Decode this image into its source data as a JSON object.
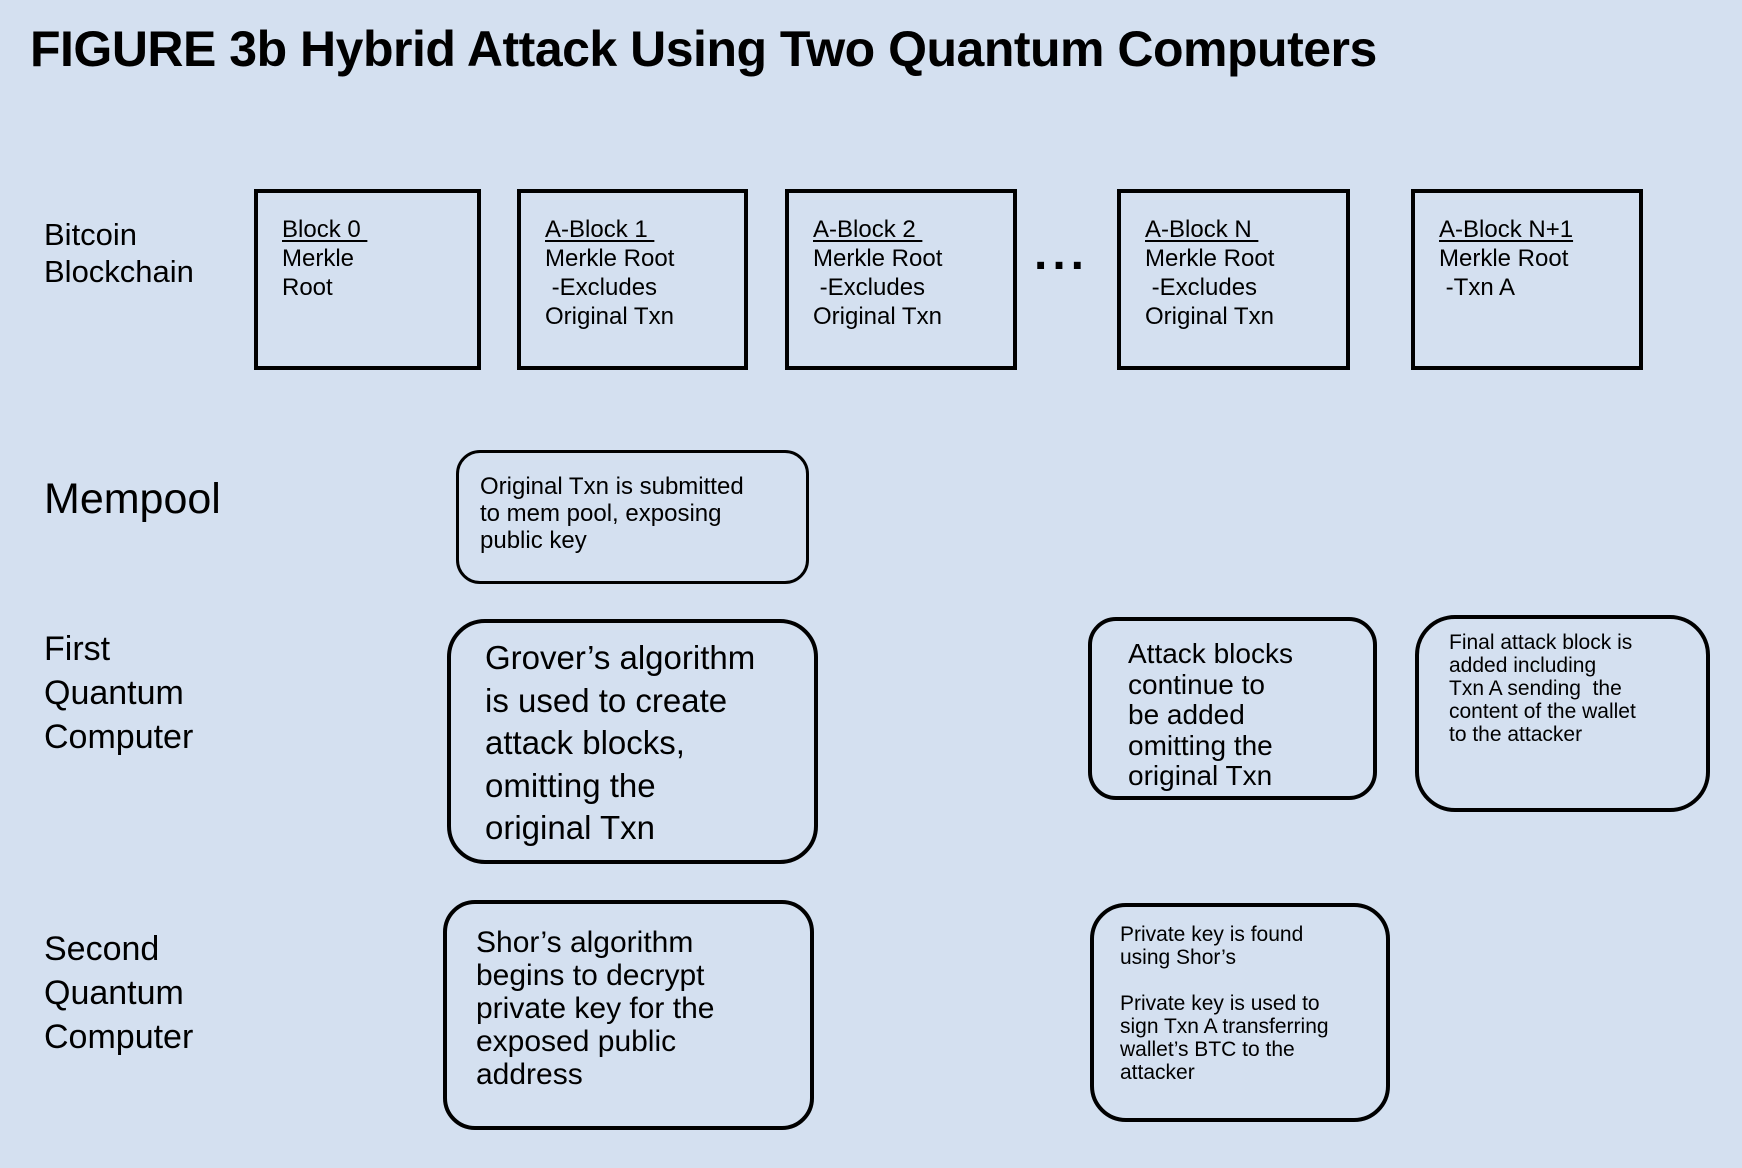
{
  "title": "FIGURE 3b Hybrid Attack Using Two Quantum Computers",
  "colors": {
    "background": "#d4e0f0",
    "stroke": "#000000",
    "text": "#000000"
  },
  "row_labels": {
    "blockchain": [
      "Bitcoin",
      "Blockchain"
    ],
    "mempool": "Mempool",
    "first_qc": [
      "First",
      "Quantum",
      "Computer"
    ],
    "second_qc": [
      "Second",
      "Quantum",
      "Computer"
    ]
  },
  "blockchain_row": {
    "ellipsis": "...",
    "blocks": [
      {
        "title": "Block 0 ",
        "lines": [
          "Merkle",
          "Root"
        ]
      },
      {
        "title": "A-Block 1 ",
        "lines": [
          "Merkle Root",
          " -Excludes",
          "Original Txn"
        ]
      },
      {
        "title": "A-Block 2 ",
        "lines": [
          "Merkle Root",
          " -Excludes",
          "Original Txn"
        ]
      },
      {
        "title": "A-Block N ",
        "lines": [
          "Merkle Root",
          " -Excludes",
          "Original Txn"
        ]
      },
      {
        "title": "A-Block N+1",
        "lines": [
          "Merkle Root",
          " -Txn A"
        ]
      }
    ]
  },
  "callouts": {
    "mempool": [
      "Original Txn is submitted",
      "to mem pool, exposing",
      "public key"
    ],
    "grover": [
      "Grover’s algorithm",
      "is used to create",
      "attack blocks,",
      "omitting the",
      "original Txn"
    ],
    "attack_continue": [
      "Attack blocks",
      "continue to",
      "be added",
      "omitting the",
      "original Txn"
    ],
    "final_attack": [
      "Final attack block is",
      "added including",
      "Txn A sending  the",
      "content of the wallet",
      "to the attacker"
    ],
    "shor": [
      "Shor’s algorithm",
      "begins to decrypt",
      "private key for the",
      "exposed public",
      "address"
    ],
    "private_key": [
      "Private key is found",
      "using Shor’s",
      "",
      "Private key is used to",
      "sign Txn A transferring",
      "wallet’s BTC to the",
      "attacker"
    ]
  }
}
